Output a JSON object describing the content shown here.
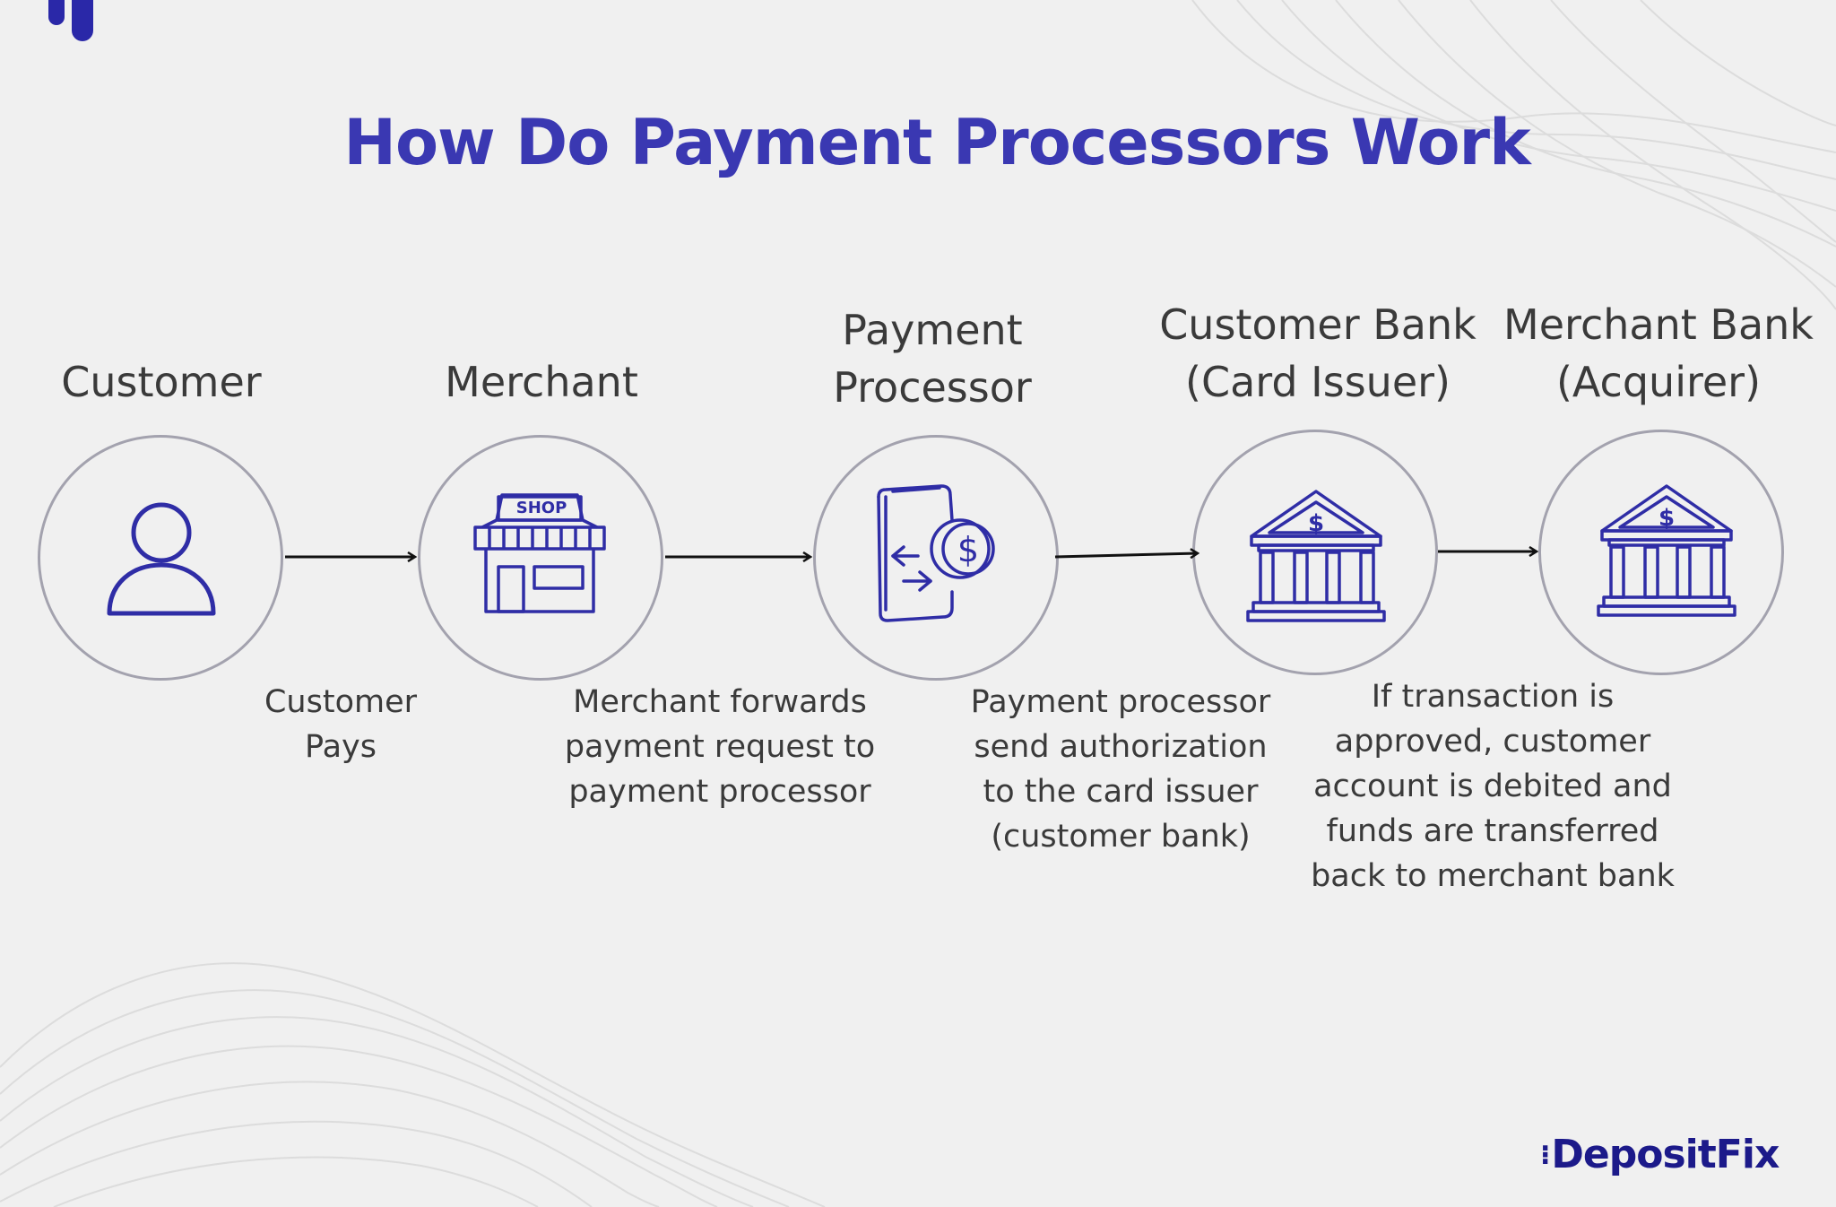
{
  "title": "How Do Payment Processors Work",
  "nodes": [
    {
      "label_lines": [
        "Customer"
      ],
      "icon": "person-icon"
    },
    {
      "label_lines": [
        "Merchant"
      ],
      "icon": "shop-icon",
      "shop_sign": "SHOP"
    },
    {
      "label_lines": [
        "Payment",
        "Processor"
      ],
      "icon": "phone-payment-icon"
    },
    {
      "label_lines": [
        "Customer Bank",
        "(Card Issuer)"
      ],
      "icon": "bank-icon"
    },
    {
      "label_lines": [
        "Merchant Bank",
        "(Acquirer)"
      ],
      "icon": "bank-icon"
    }
  ],
  "steps": [
    {
      "lines": [
        "Customer",
        "Pays"
      ]
    },
    {
      "lines": [
        "Merchant forwards",
        "payment request to",
        "payment processor"
      ]
    },
    {
      "lines": [
        "Payment processor",
        "send authorization",
        "to the card issuer",
        "(customer bank)"
      ]
    },
    {
      "lines": [
        "If transaction is",
        "approved, customer",
        "account is debited and",
        "funds are transferred",
        "back to merchant bank"
      ]
    }
  ],
  "brand": "DepositFix",
  "colors": {
    "accent": "#3a38b2",
    "icon": "#2f2da6",
    "circle_border": "#a3a2ae",
    "text": "#3a3a3a",
    "brand": "#1c1a8a"
  }
}
